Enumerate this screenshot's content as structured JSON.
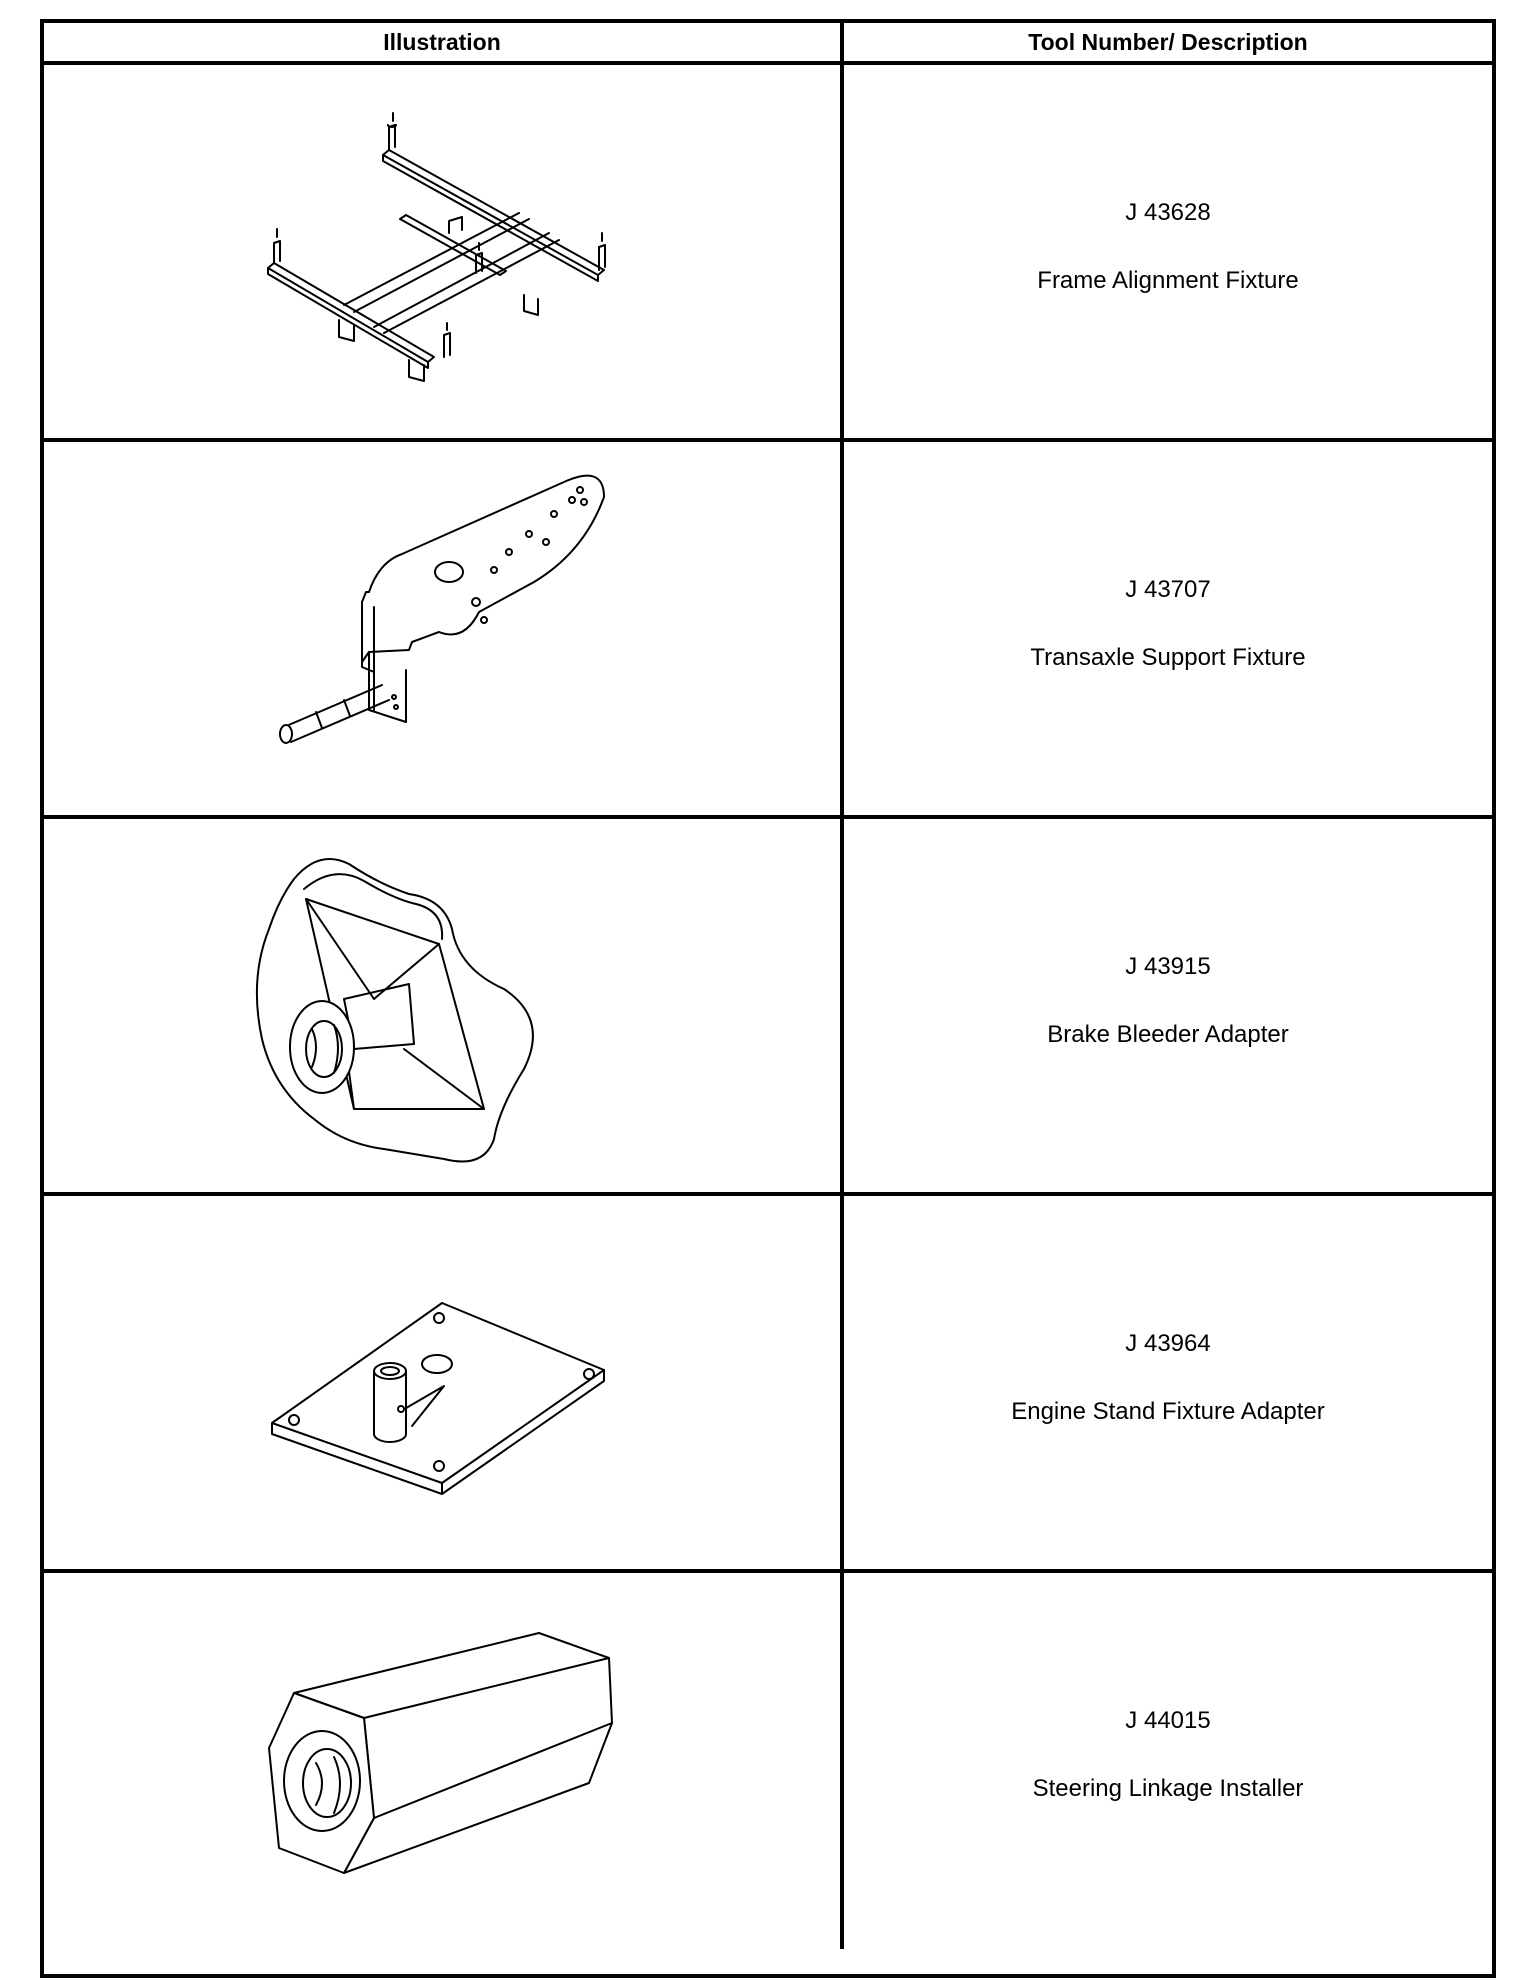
{
  "table": {
    "header": {
      "illustration": "Illustration",
      "description": "Tool Number/ Description"
    },
    "rows": [
      {
        "tool_number": "J 43628",
        "description": "Frame Alignment Fixture",
        "illustration_icon": "frame-alignment-fixture-icon"
      },
      {
        "tool_number": "J 43707",
        "description": "Transaxle Support Fixture",
        "illustration_icon": "transaxle-support-fixture-icon"
      },
      {
        "tool_number": "J 43915",
        "description": "Brake Bleeder Adapter",
        "illustration_icon": "brake-bleeder-adapter-icon"
      },
      {
        "tool_number": "J 43964",
        "description": "Engine Stand Fixture Adapter",
        "illustration_icon": "engine-stand-fixture-adapter-icon"
      },
      {
        "tool_number": "J 44015",
        "description": "Steering Linkage Installer",
        "illustration_icon": "steering-linkage-installer-icon"
      }
    ]
  }
}
